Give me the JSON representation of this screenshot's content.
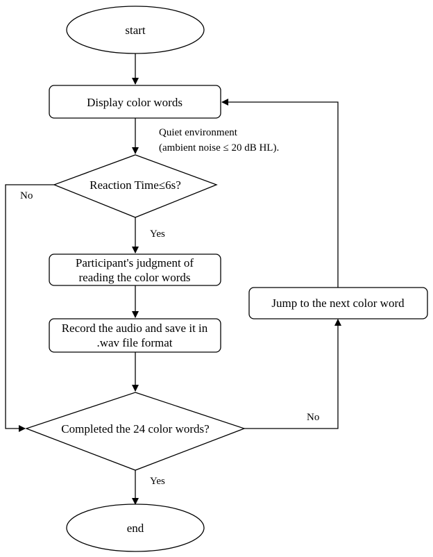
{
  "nodes": {
    "start": "start",
    "display": "Display color words",
    "decision_time": "Reaction Time≤6s?",
    "judgment_line1": "Participant's judgment of",
    "judgment_line2": "reading the color words",
    "record_line1": "Record the audio and save it in",
    "record_line2": ".wav file format",
    "decision_complete": "Completed the 24 color words?",
    "jump": "Jump to the next color word",
    "end": "end"
  },
  "annotations": {
    "environment_line1": "Quiet environment",
    "environment_line2": "(ambient noise ≤ 20 dB HL)."
  },
  "edge_labels": {
    "time_yes": "Yes",
    "time_no": "No",
    "complete_yes": "Yes",
    "complete_no": "No"
  },
  "colors": {
    "stroke": "#000000",
    "fill": "#ffffff"
  }
}
